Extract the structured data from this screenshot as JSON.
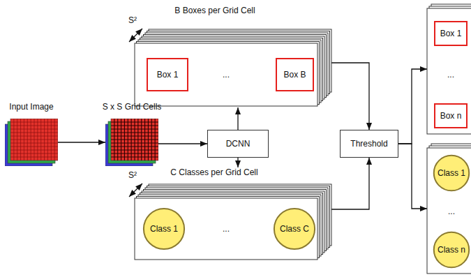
{
  "diagram": {
    "nodes": [
      {
        "text": [
          "Input Image"
        ]
      },
      {
        "text": [
          "S x S Grid Cells"
        ]
      },
      {
        "text": [
          "DCNN"
        ]
      },
      {
        "text": [
          "B Boxes per Grid Cell",
          "..."
        ]
      },
      {
        "text": [
          "Box 1"
        ],
        "in": 3
      },
      {
        "text": [
          "Box B"
        ],
        "in": 3
      },
      {
        "text": [
          "C Classes per Grid Cell",
          "..."
        ]
      },
      {
        "text": [
          "Class 1"
        ],
        "in": 6
      },
      {
        "text": [
          "Class C"
        ],
        "in": 6
      },
      {
        "text": [
          "Threshold"
        ]
      },
      {
        "text": [
          "..."
        ]
      },
      {
        "text": [
          "Box 1"
        ],
        "in": 10
      },
      {
        "text": [
          "Box n"
        ],
        "in": 10
      },
      {
        "text": [
          "..."
        ]
      },
      {
        "text": [
          "Class 1"
        ],
        "in": 13
      },
      {
        "text": [
          "Class n"
        ],
        "in": 13
      }
    ],
    "edges": [
      {
        "from": 0,
        "to": 1,
        "arrow": "to"
      },
      {
        "from": 1,
        "to": 2,
        "arrow": "to"
      },
      {
        "from": 2,
        "to": 3,
        "arrow": "to"
      },
      {
        "from": 2,
        "to": 6,
        "arrow": "to"
      },
      {
        "from": 3,
        "to": 9,
        "arrow": "to"
      },
      {
        "from": 6,
        "to": 9,
        "arrow": "to"
      },
      {
        "from": 9,
        "to": 10,
        "arrow": "to"
      },
      {
        "from": 9,
        "to": 13,
        "arrow": "to"
      }
    ],
    "labels": [
      "S²",
      "S²"
    ]
  }
}
